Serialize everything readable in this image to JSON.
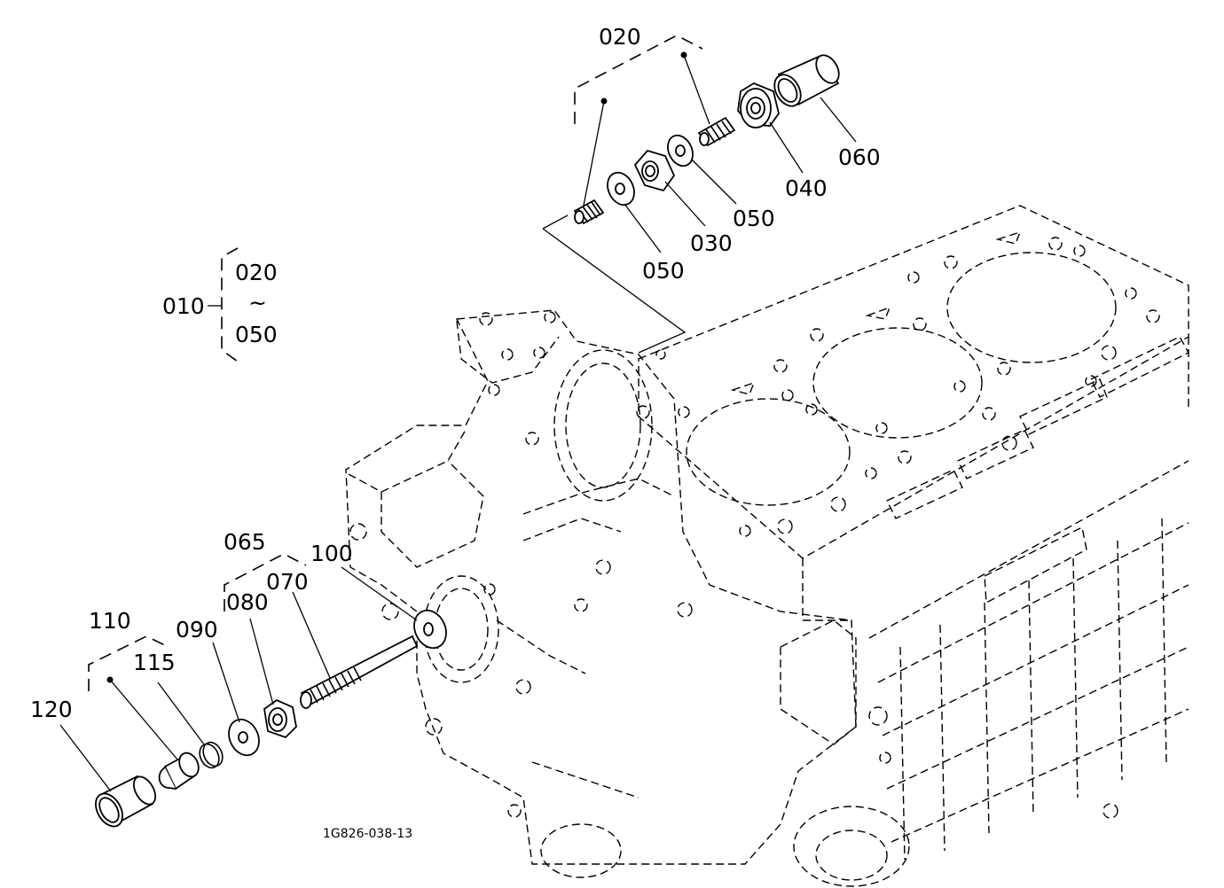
{
  "diagram": {
    "labels": {
      "p010": "010",
      "p020_group": "020",
      "p020_range": "020",
      "tilde": "~",
      "p050_range": "050",
      "p030": "030",
      "p040": "040",
      "p050_a": "050",
      "p050_b": "050",
      "p060": "060",
      "p065": "065",
      "p070": "070",
      "p080": "080",
      "p090": "090",
      "p100": "100",
      "p110": "110",
      "p115": "115",
      "p120": "120"
    },
    "drawing_code": "1G826-038-13"
  }
}
